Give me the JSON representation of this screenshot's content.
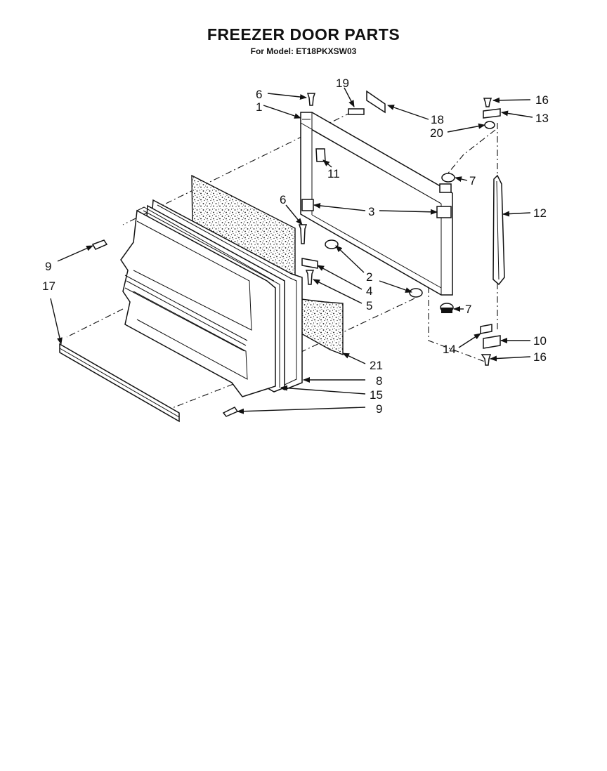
{
  "title": "FREEZER DOOR PARTS",
  "subtitle": "For Model: ET18PKXSW03",
  "callouts": {
    "c1": "1",
    "c2": "2",
    "c3": "3",
    "c4": "4",
    "c5": "5",
    "c6a": "6",
    "c6b": "6",
    "c7a": "7",
    "c7b": "7",
    "c8": "8",
    "c9a": "9",
    "c9b": "9",
    "c10": "10",
    "c11": "11",
    "c12": "12",
    "c13": "13",
    "c14": "14",
    "c15": "15",
    "c16a": "16",
    "c16b": "16",
    "c17": "17",
    "c18": "18",
    "c19": "19",
    "c20": "20",
    "c21": "21"
  }
}
